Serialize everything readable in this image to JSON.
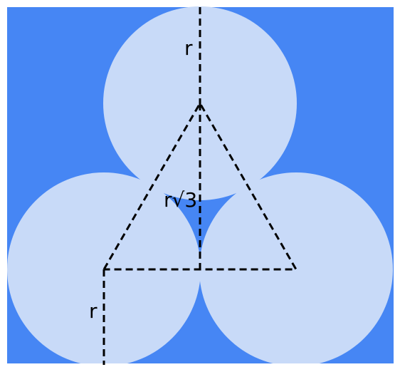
{
  "colors": {
    "background_rect": "#4686f4",
    "circle_fill": "#c8daf8",
    "line": "#000000",
    "outer_background": "#ffffff"
  },
  "labels": {
    "top_radius": "r",
    "center_height": "r√3",
    "bottom_radius": "r"
  }
}
